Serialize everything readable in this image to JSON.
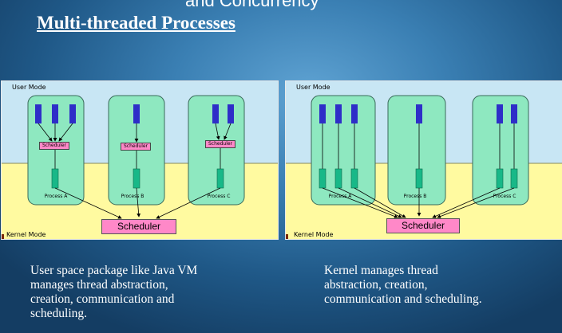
{
  "slide": {
    "top_text": "and Concurrency",
    "title": "Multi-threaded Processes"
  },
  "left_diagram": {
    "user_mode_label": "User Mode",
    "kernel_mode_label": "Kernel Mode",
    "process_labels": [
      "Process A",
      "Process B",
      "Process C"
    ],
    "user_scheduler_label": "Scheduler",
    "kernel_scheduler_label": "Scheduler"
  },
  "right_diagram": {
    "user_mode_label": "User Mode",
    "kernel_mode_label": "Kernel Mode",
    "process_labels": [
      "Process A",
      "Process B",
      "Process C"
    ],
    "kernel_scheduler_label": "Scheduler"
  },
  "captions": {
    "left": [
      "User space package like Java VM",
      "manages thread abstraction,",
      "creation, communication and",
      "scheduling."
    ],
    "right": [
      "Kernel manages thread",
      "abstraction, creation,",
      "communication and scheduling."
    ]
  },
  "colors": {
    "user_mode_bg": "#c8e6f4",
    "kernel_mode_bg": "#fffaa0",
    "process_fill": "#8ee8c0",
    "thread_fill": "#2e2ec8",
    "kernel_thread_fill": "#18b888",
    "scheduler_fill": "#ff88c8"
  }
}
